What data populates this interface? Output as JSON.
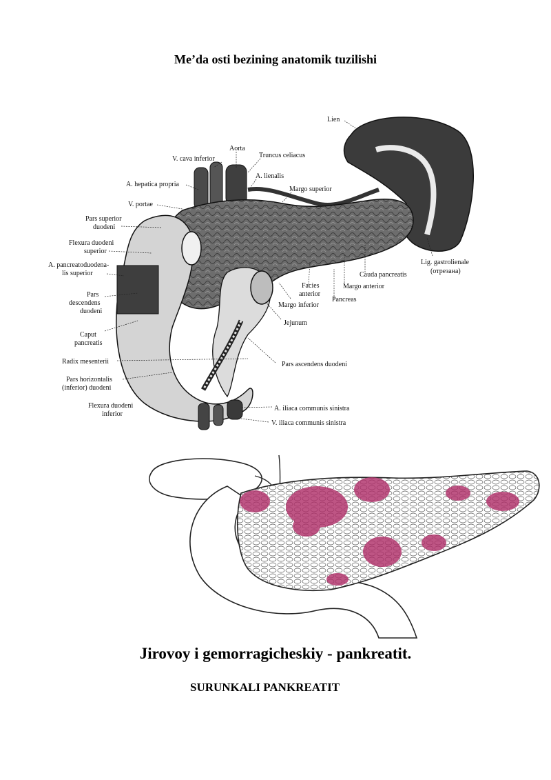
{
  "page_title": "Me’da osti bezining anatomik tuzilishi",
  "figure1": {
    "labels": {
      "lien": "Lien",
      "aorta": "Aorta",
      "truncus_celiacus": "Truncus celiacus",
      "v_cava_inferior": "V. cava inferior",
      "a_lienalis": "A. lienalis",
      "a_hepatica_propria": "A. hepatica propria",
      "margo_superior": "Margo superior",
      "v_portae": "V. portae",
      "pars_superior_duodeni_1": "Pars superior",
      "pars_superior_duodeni_2": "duodeni",
      "flexura_duodeni_superior_1": "Flexura duodeni",
      "flexura_duodeni_superior_2": "superior",
      "a_pancreatoduodenalis_1": "A. pancreatoduodena-",
      "a_pancreatoduodenalis_2": "lis superior",
      "pars_descendens_1": "Pars",
      "pars_descendens_2": "descendens",
      "pars_descendens_3": "duodeni",
      "caput_pancreatis_1": "Caput",
      "caput_pancreatis_2": "pancreatis",
      "radix_mesenterii": "Radix mesenterii",
      "pars_horizontalis_1": "Pars horizontalis",
      "pars_horizontalis_2": "(inferior) duodeni",
      "flexura_duodeni_inferior_1": "Flexura duodeni",
      "flexura_duodeni_inferior_2": "inferior",
      "lig_gastrolienale_1": "Lig. gastrolienale",
      "lig_gastrolienale_2": "(отрезана)",
      "cauda_pancreatis": "Cauda pancreatis",
      "margo_anterior": "Margo anterior",
      "facies_anterior_1": "Facies",
      "facies_anterior_2": "anterior",
      "pancreas": "Pancreas",
      "margo_inferior": "Margo inferior",
      "jejunum": "Jejunum",
      "pars_ascendens_duodeni": "Pars ascendens duodeni",
      "a_iliaca_communis_sinistra": "A. iliaca communis sinistra",
      "v_iliaca_communis_sinistra": "V. iliaca communis sinistra"
    }
  },
  "caption": "Jirovoy i gemorragicheskiy - pankreatit.",
  "subheading": "SURUNKALI PANKREATIT",
  "colors": {
    "hemorrhage": "#b0306a",
    "organ_dark": "#3a3a3a",
    "organ_mid": "#7a7a7a",
    "organ_light": "#d9d9d9"
  }
}
